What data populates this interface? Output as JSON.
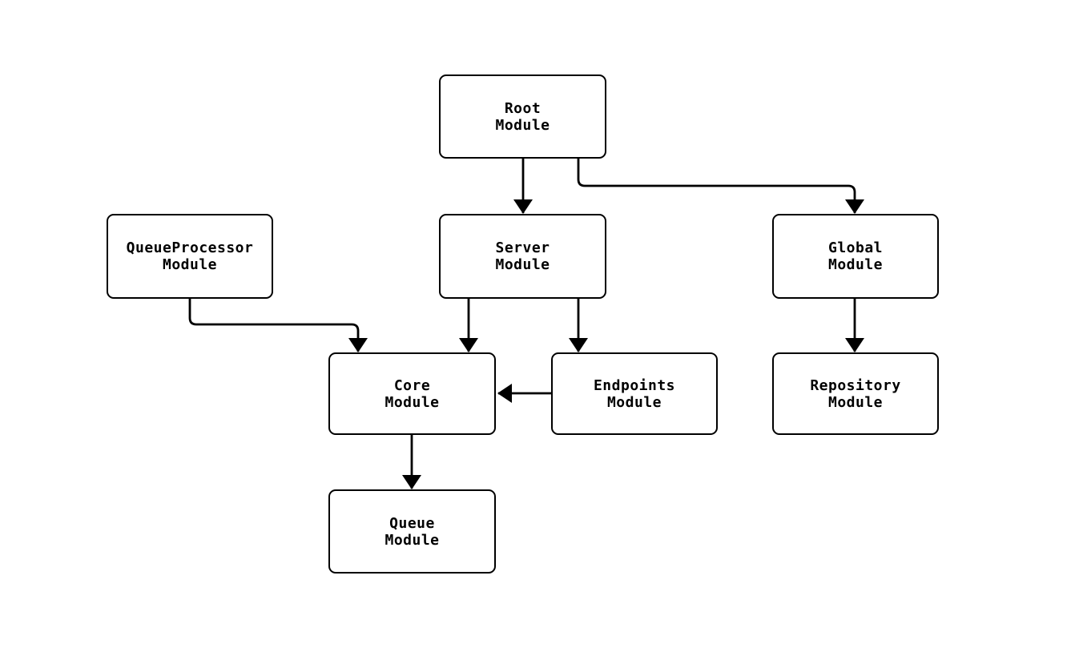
{
  "colors": {
    "background": "#ffffff",
    "stroke": "#000000",
    "text": "#000000"
  },
  "nodes": {
    "root": {
      "label": "Root\nModule"
    },
    "queueprocessor": {
      "label": "QueueProcessor\nModule"
    },
    "server": {
      "label": "Server\nModule"
    },
    "global": {
      "label": "Global\nModule"
    },
    "core": {
      "label": "Core\nModule"
    },
    "endpoints": {
      "label": "Endpoints\nModule"
    },
    "repository": {
      "label": "Repository\nModule"
    },
    "queue": {
      "label": "Queue\nModule"
    }
  },
  "edges": [
    {
      "from": "root",
      "to": "server"
    },
    {
      "from": "root",
      "to": "global"
    },
    {
      "from": "queueprocessor",
      "to": "core"
    },
    {
      "from": "server",
      "to": "core"
    },
    {
      "from": "server",
      "to": "endpoints"
    },
    {
      "from": "endpoints",
      "to": "core"
    },
    {
      "from": "global",
      "to": "repository"
    },
    {
      "from": "core",
      "to": "queue"
    }
  ]
}
